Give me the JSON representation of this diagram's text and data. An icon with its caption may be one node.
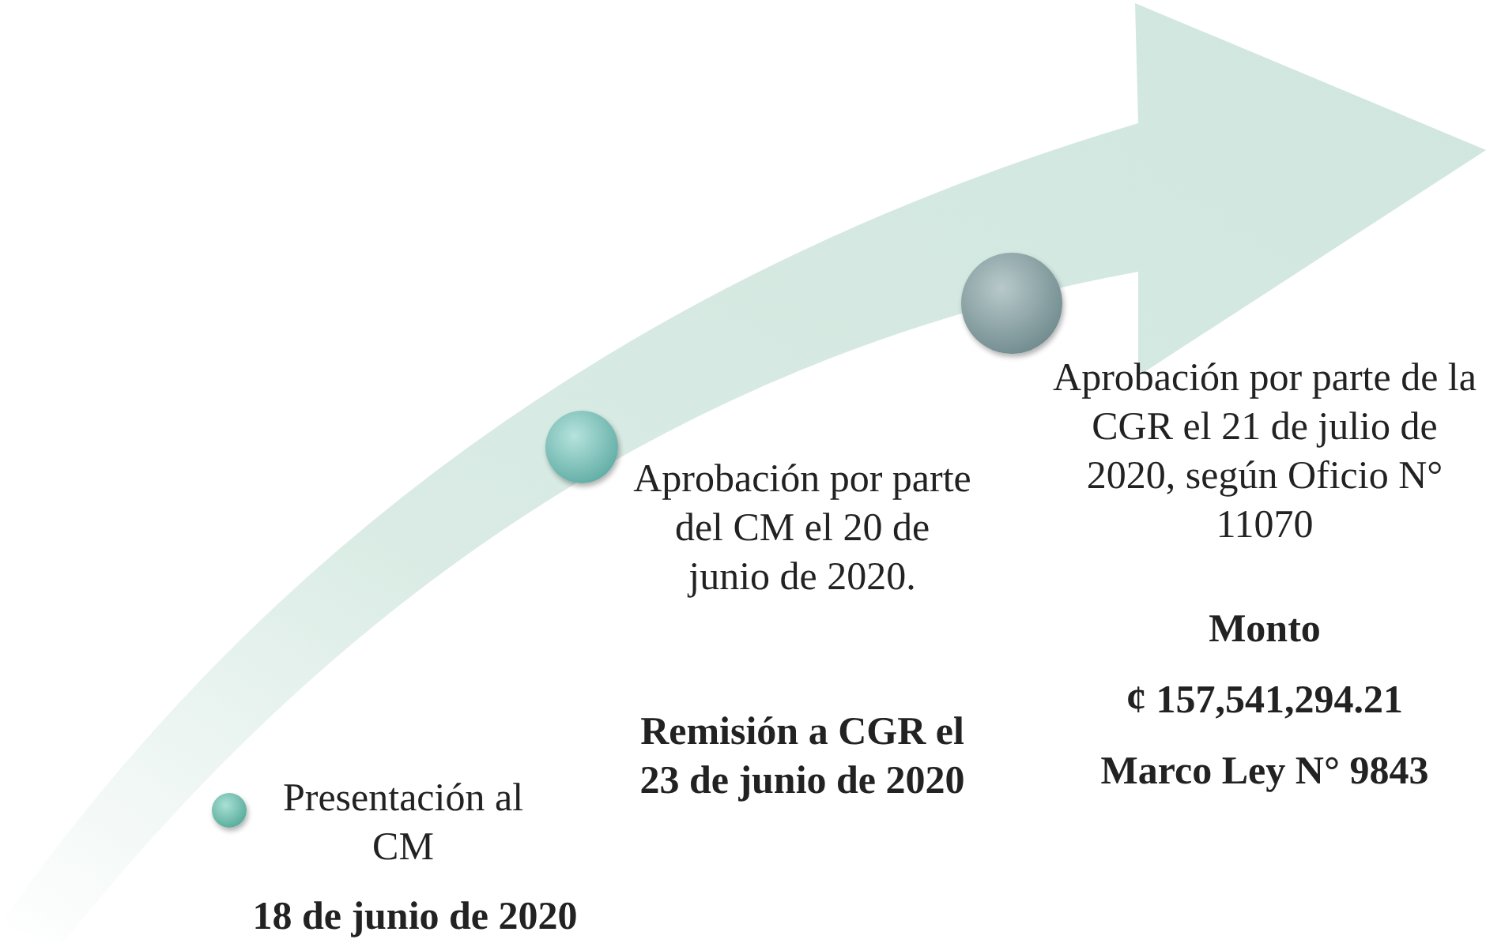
{
  "diagram": {
    "nodes": [
      {
        "text": [],
        "shape": "circle",
        "beside": [
          "Presentación al CM",
          "18 de junio de 2020"
        ]
      },
      {
        "text": [],
        "shape": "circle",
        "beside": [
          "Aprobación por parte del CM el 20 de junio de 2020.",
          "Remisión a CGR el 23 de junio de 2020"
        ]
      },
      {
        "text": [],
        "shape": "circle",
        "beside": [
          "Aprobación por parte de la CGR el 21 de julio de 2020, según Oficio N° 11070",
          "Monto",
          "¢ 157,541,294.21",
          "Marco Ley N° 9843"
        ]
      }
    ],
    "edges": []
  }
}
